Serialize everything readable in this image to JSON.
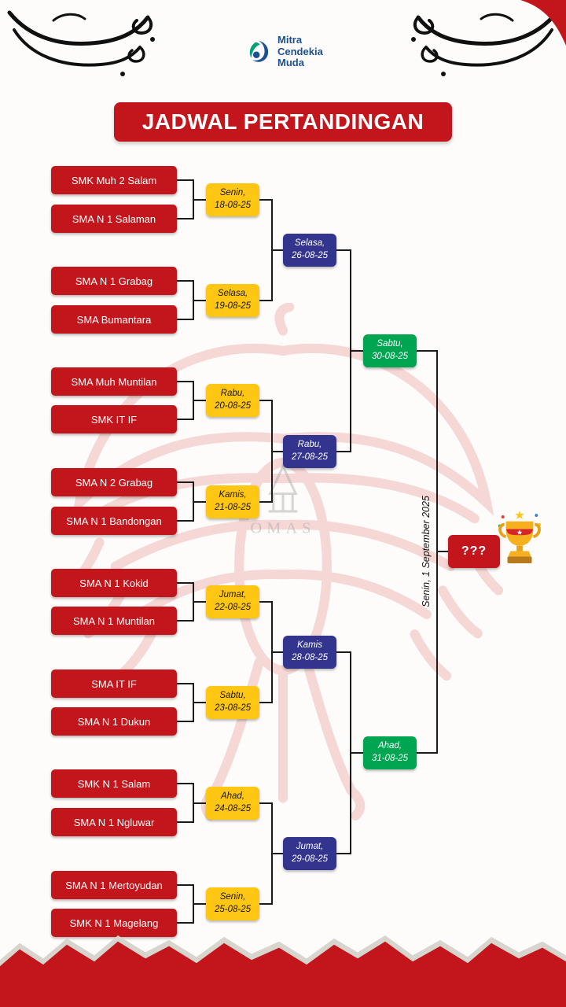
{
  "logo": {
    "name_lines": [
      "Mitra",
      "Cendekia",
      "Muda"
    ]
  },
  "title": "JADWAL PERTANDINGAN",
  "bracket": {
    "teams": [
      "SMK Muh 2 Salam",
      "SMA N 1 Salaman",
      "SMA N 1 Grabag",
      "SMA Bumantara",
      "SMA Muh Muntilan",
      "SMK IT IF",
      "SMA N 2 Grabag",
      "SMA N 1 Bandongan",
      "SMA N 1 Kokid",
      "SMA N 1 Muntilan",
      "SMA IT IF",
      "SMA N 1 Dukun",
      "SMK N 1 Salam",
      "SMA N 1 Ngluwar",
      "SMA N 1 Mertoyudan",
      "SMK N 1 Magelang"
    ],
    "round1_dates": [
      {
        "day": "Senin,",
        "date": "18-08-25"
      },
      {
        "day": "Selasa,",
        "date": "19-08-25"
      },
      {
        "day": "Rabu,",
        "date": "20-08-25"
      },
      {
        "day": "Kamis,",
        "date": "21-08-25"
      },
      {
        "day": "Jumat,",
        "date": "22-08-25"
      },
      {
        "day": "Sabtu,",
        "date": "23-08-25"
      },
      {
        "day": "Ahad,",
        "date": "24-08-25"
      },
      {
        "day": "Senin,",
        "date": "25-08-25"
      }
    ],
    "round2_dates": [
      {
        "day": "Selasa,",
        "date": "26-08-25"
      },
      {
        "day": "Rabu,",
        "date": "27-08-25"
      },
      {
        "day": "Kamis",
        "date": "28-08-25"
      },
      {
        "day": "Jumat,",
        "date": "29-08-25"
      }
    ],
    "semifinal_dates": [
      {
        "day": "Sabtu,",
        "date": "30-08-25"
      },
      {
        "day": "Ahad,",
        "date": "31-08-25"
      }
    ],
    "final_date": "Senin, 1 September 2025",
    "champion_placeholder": "???"
  },
  "watermark": {
    "emblem_text": "OMAS"
  },
  "colors": {
    "primary_red": "#C3161C",
    "accent_yellow": "#FFC613",
    "accent_blue": "#32348E",
    "accent_green": "#00A551",
    "logo_blue": "#1D4F91"
  }
}
